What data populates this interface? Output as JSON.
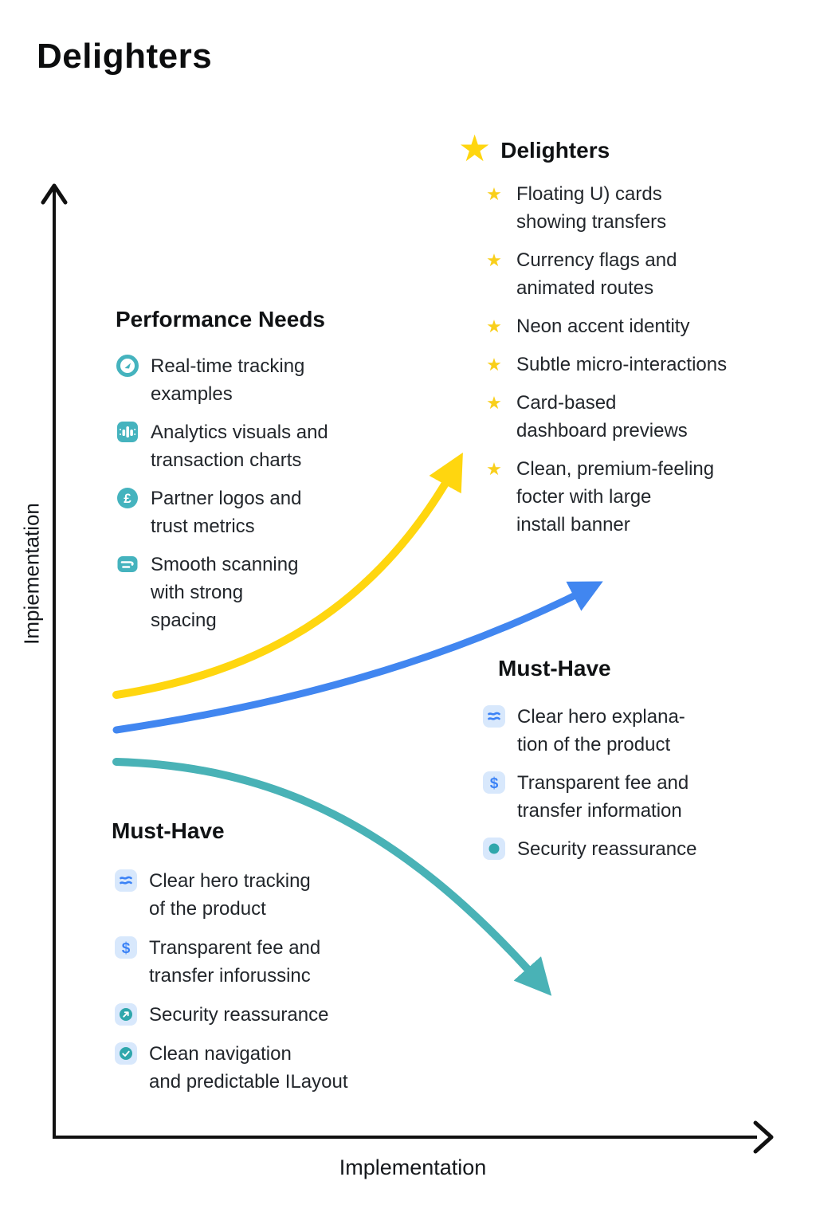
{
  "page": {
    "title": "Delighters"
  },
  "axes": {
    "y_label": "Impiementation",
    "x_label": "Implementation"
  },
  "colors": {
    "delighter_curve_yellow": "#FFD60F",
    "must_have_curve_blue": "#4186F0",
    "must_have_curve_teal": "#49B2B6",
    "performance_icon_teal": "#45B3BE",
    "icon_bg_light_blue": "#D8E8FC",
    "icon_glyph_blue": "#3B82F6",
    "icon_dot_teal": "#2FA7AC",
    "star_gold": "#F9CF1B",
    "axis_black": "#111111"
  },
  "sections": {
    "delighters": {
      "title": "Delighters",
      "header_icon": "star-icon",
      "items": [
        {
          "icon": "star-icon",
          "text": "Floating U) cards\nshowing transfers"
        },
        {
          "icon": "star-icon",
          "text": "Currency flags and\nanimated routes"
        },
        {
          "icon": "star-icon",
          "text": "Neon accent identity"
        },
        {
          "icon": "star-icon",
          "text": "Subtle micro-interactions"
        },
        {
          "icon": "star-icon",
          "text": "Card-based\ndashboard previews"
        },
        {
          "icon": "star-icon",
          "text": "Clean, premium-feeling\nfocter with large\ninstall banner"
        }
      ]
    },
    "performance": {
      "title": "Performance Needs",
      "items": [
        {
          "icon": "gauge-icon",
          "text": "Real-time tracking\nexamples"
        },
        {
          "icon": "bar-chart-icon",
          "text": "Analytics visuals and\ntransaction charts"
        },
        {
          "icon": "partner-badge-icon",
          "text": "Partner logos and\ntrust metrics"
        },
        {
          "icon": "scan-lines-icon",
          "text": "Smooth scanning\nwith strong\nspacing"
        }
      ]
    },
    "must_have_right": {
      "title": "Must-Have",
      "items": [
        {
          "icon": "text-lines-icon",
          "text": "Clear hero explana-\ntion of the product"
        },
        {
          "icon": "dollar-icon",
          "text": "Transparent fee and\ntransfer information"
        },
        {
          "icon": "teal-dot-icon",
          "text": "Security reassurance"
        }
      ]
    },
    "must_have_left": {
      "title": "Must-Have",
      "items": [
        {
          "icon": "text-lines-icon",
          "text": "Clear hero tracking\nof the product"
        },
        {
          "icon": "dollar-icon",
          "text": "Transparent fee and\ntransfer inforussinc"
        },
        {
          "icon": "arrow-circle-icon",
          "text": "Security reassurance"
        },
        {
          "icon": "check-circle-icon",
          "text": "Clean navigation\nand predictable ILayout"
        }
      ]
    }
  }
}
